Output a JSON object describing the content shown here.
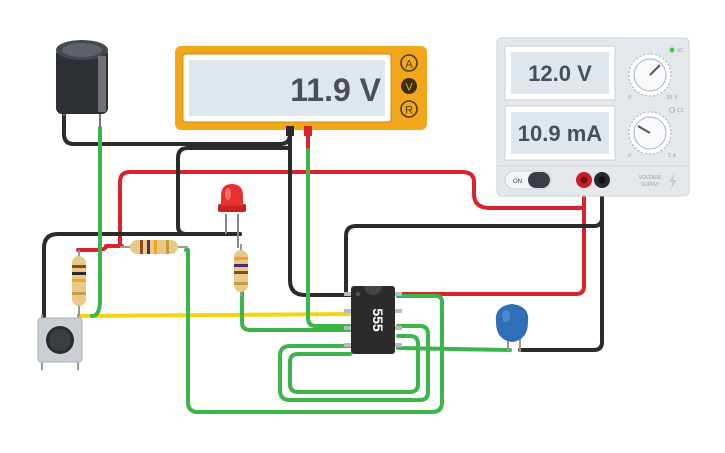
{
  "multimeter": {
    "reading": "11.9 V",
    "modes": [
      "A",
      "V",
      "R"
    ],
    "selected_mode": "V",
    "accent_color": "#f2a71b"
  },
  "power_supply": {
    "voltage_display": "12.0 V",
    "current_display": "10.9 mA",
    "voltage_knob_min": "0",
    "voltage_knob_max": "30 V",
    "current_knob_min": "0",
    "current_knob_max": "5 A",
    "vc_indicator": "VC",
    "cc_indicator": "CC",
    "power_switch_label": "ON",
    "brand_label": [
      "VOLTAGE",
      "SUPPLY"
    ]
  },
  "ic": {
    "label": "555"
  },
  "colors": {
    "wire_red": "#d9232d",
    "wire_black": "#2b2b2b",
    "wire_green": "#3cb54a",
    "wire_yellow": "#f5d313",
    "led_red": "#e8312f",
    "capacitor_blue": "#2f6fb8"
  },
  "components": {
    "electrolytic_capacitor": "electrolytic-capacitor-icon",
    "led": "red-led-icon",
    "pushbutton": "pushbutton-icon",
    "ceramic_capacitor": "ceramic-capacitor-icon",
    "resistors": [
      "resistor-icon",
      "resistor-icon",
      "resistor-icon"
    ]
  }
}
